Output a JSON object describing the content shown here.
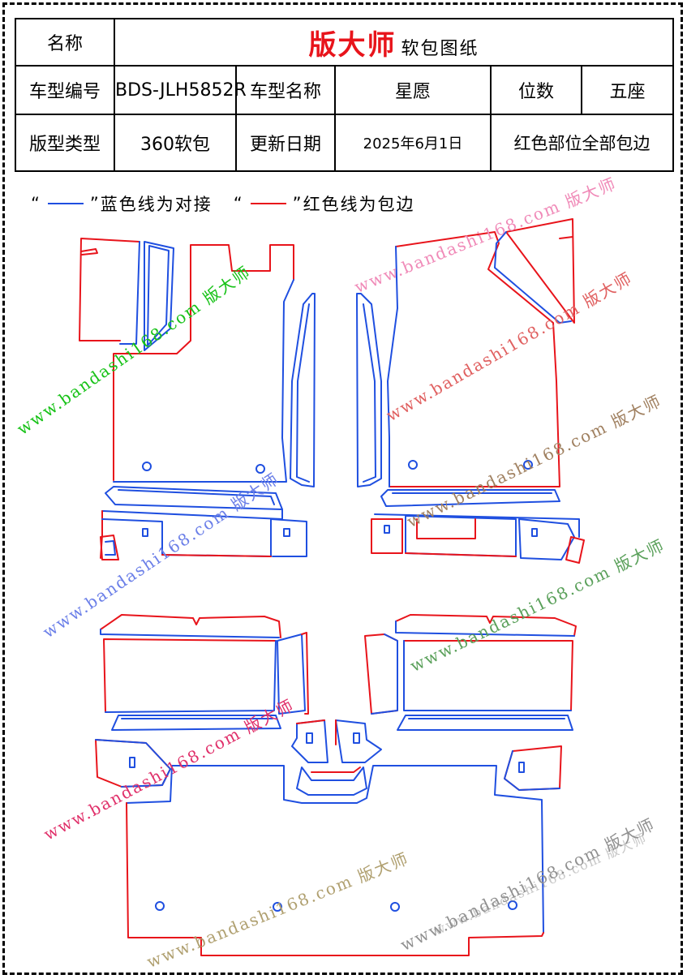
{
  "header": {
    "name_label": "名称",
    "brand": "版大师",
    "brand_suffix": "软包图纸",
    "model_code_label": "车型编号",
    "model_code": "BDS-JLH5852R",
    "model_name_label": "车型名称",
    "model_name": "星愿",
    "seats_label": "位数",
    "seats": "五座",
    "pattern_type_label": "版型类型",
    "pattern_type": "360软包",
    "update_date_label": "更新日期",
    "update_date": "2025年6月1日",
    "note": "红色部位全部包边"
  },
  "legend": {
    "q_open": "“",
    "q_close": "”",
    "blue_text": "蓝色线为对接",
    "red_text": "红色线为包边",
    "blue_color": "#1f4fe0",
    "red_color": "#e8141b"
  },
  "watermarks": [
    {
      "text": "www.bandashi168.com 版大师",
      "color": "#17c217"
    },
    {
      "text": "www.bandashi168.com 版大师",
      "color": "#f08ab8"
    },
    {
      "text": "www.bandashi168.com 版大师",
      "color": "#e06060"
    },
    {
      "text": "www.bandashi168.com 版大师",
      "color": "#a08060"
    },
    {
      "text": "www.bandashi168.com 版大师",
      "color": "#6b7fe8"
    },
    {
      "text": "www.bandashi168.com 版大师",
      "color": "#5aa05a"
    },
    {
      "text": "www.bandashi168.com 版大师",
      "color": "#e0306a"
    },
    {
      "text": "www.bandashi168.com 版大师",
      "color": "#909090"
    },
    {
      "text": "www.bandashi168.com 版大师",
      "color": "#b0a070"
    },
    {
      "text": "www.bandashi168.com 版大师",
      "color": "#909090"
    }
  ]
}
